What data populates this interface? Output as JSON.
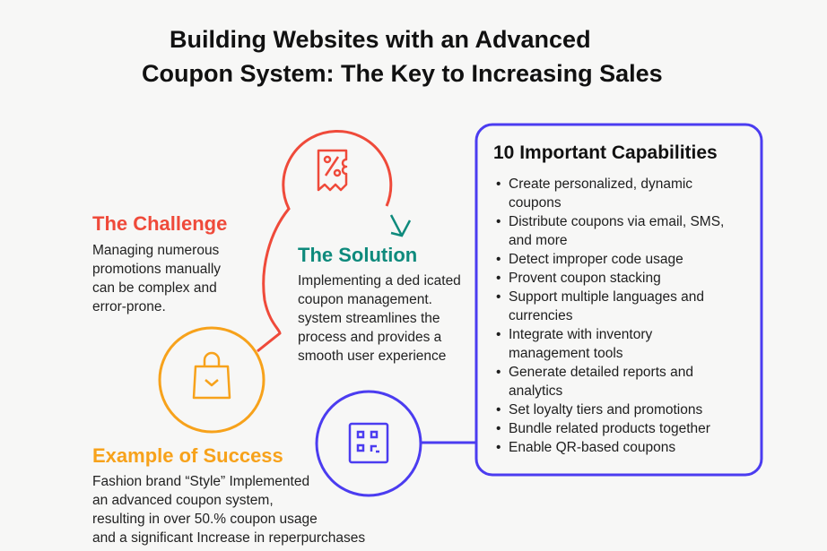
{
  "title": {
    "line1": "Building Websites with an Advanced",
    "line2": "Coupon System: The Key to Increasing Sales"
  },
  "challenge": {
    "heading": "The Challenge",
    "lines": [
      "Managing numerous",
      "promotions manually",
      "can be complex and",
      "error-prone."
    ]
  },
  "solution": {
    "heading": "The Solution",
    "lines": [
      "Implementing a ded icated",
      "coupon management.",
      "system streamlines the",
      "process and provides a",
      "smooth user experience"
    ]
  },
  "success": {
    "heading": "Example of Success",
    "lines": [
      "Fashion brand “Style” Implemented",
      "an advanced coupon system,",
      "resulting in over 50.% coupon usage",
      "and a significant Increase in reperpurchases"
    ]
  },
  "capabilities": {
    "heading": "10 Important Capabilities",
    "items": [
      [
        "Create personalized, dynamic",
        "coupons"
      ],
      [
        "Distribute coupons via email, SMS,",
        "and more"
      ],
      [
        "Detect improper code usage"
      ],
      [
        "Provent coupon stacking"
      ],
      [
        "Support multiple languages and",
        "currencies"
      ],
      [
        "Integrate with inventory",
        "management tools"
      ],
      [
        "Generate detailed reports and",
        "analytics"
      ],
      [
        "Set loyalty tiers and promotions"
      ],
      [
        "Bundle related products together"
      ],
      [
        "Enable QR-based coupons"
      ]
    ]
  },
  "colors": {
    "challenge": "#ef4a3a",
    "solution": "#0e8a7c",
    "success": "#f7a21b",
    "capabilities": "#4b3cf0"
  },
  "icons": [
    "coupon-percent-icon",
    "shopping-bag-icon",
    "qr-code-icon",
    "arrow-down-right-icon"
  ]
}
